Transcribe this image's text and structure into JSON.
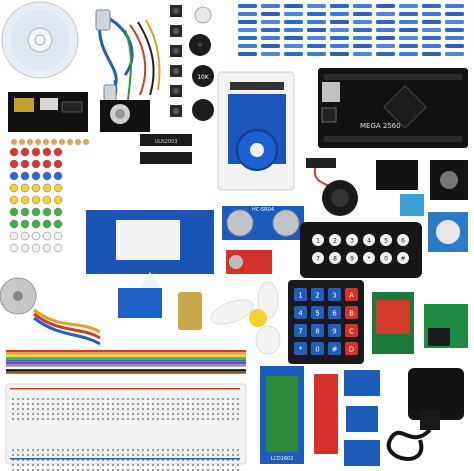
{
  "product": {
    "modules": {
      "ultrasonic_label": "HC-SR04",
      "lcd_label": "LCD1602",
      "keypad_keys": [
        "1",
        "2",
        "3",
        "A",
        "4",
        "5",
        "6",
        "B",
        "7",
        "8",
        "9",
        "C",
        "*",
        "0",
        "#",
        "D"
      ],
      "remote_keys": [
        "1",
        "2",
        "3",
        "4",
        "5",
        "6",
        "7",
        "8",
        "9",
        "*",
        "0",
        "#"
      ],
      "pot_label": "10K",
      "mega_label": "MEGA 2560",
      "ic_label": "ULN2003"
    }
  }
}
